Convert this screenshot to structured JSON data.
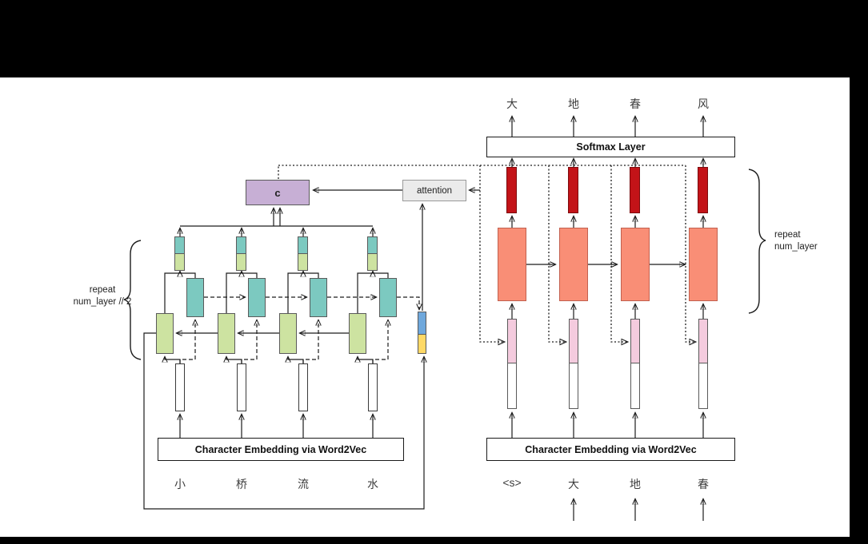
{
  "encoder": {
    "embedding_label": "Character Embedding via Word2Vec",
    "input_chars": [
      "小",
      "桥",
      "流",
      "水"
    ],
    "repeat_line1": "repeat",
    "repeat_line2": "num_layer // 2"
  },
  "decoder": {
    "softmax_label": "Softmax Layer",
    "embedding_label": "Character Embedding via Word2Vec",
    "input_chars": [
      "<s>",
      "大",
      "地",
      "春"
    ],
    "output_chars": [
      "大",
      "地",
      "春",
      "风"
    ],
    "repeat_line1": "repeat",
    "repeat_line2": "num_layer"
  },
  "attention": {
    "context_label": "c",
    "attention_label": "attention"
  },
  "colors": {
    "encoder_backward_cell": "#cde3a1",
    "encoder_forward_cell": "#7cc9c0",
    "decoder_cell": "#f98e76",
    "decoder_output_bar": "#c31318",
    "decoder_embedding_pink": "#f4cbde",
    "context_box": "#c7afd5",
    "attention_box": "#ebebeb",
    "final_state_blue": "#6fa8dc",
    "final_state_yellow": "#fed966",
    "letterbox": "#000000",
    "canvas": "#ffffff"
  }
}
